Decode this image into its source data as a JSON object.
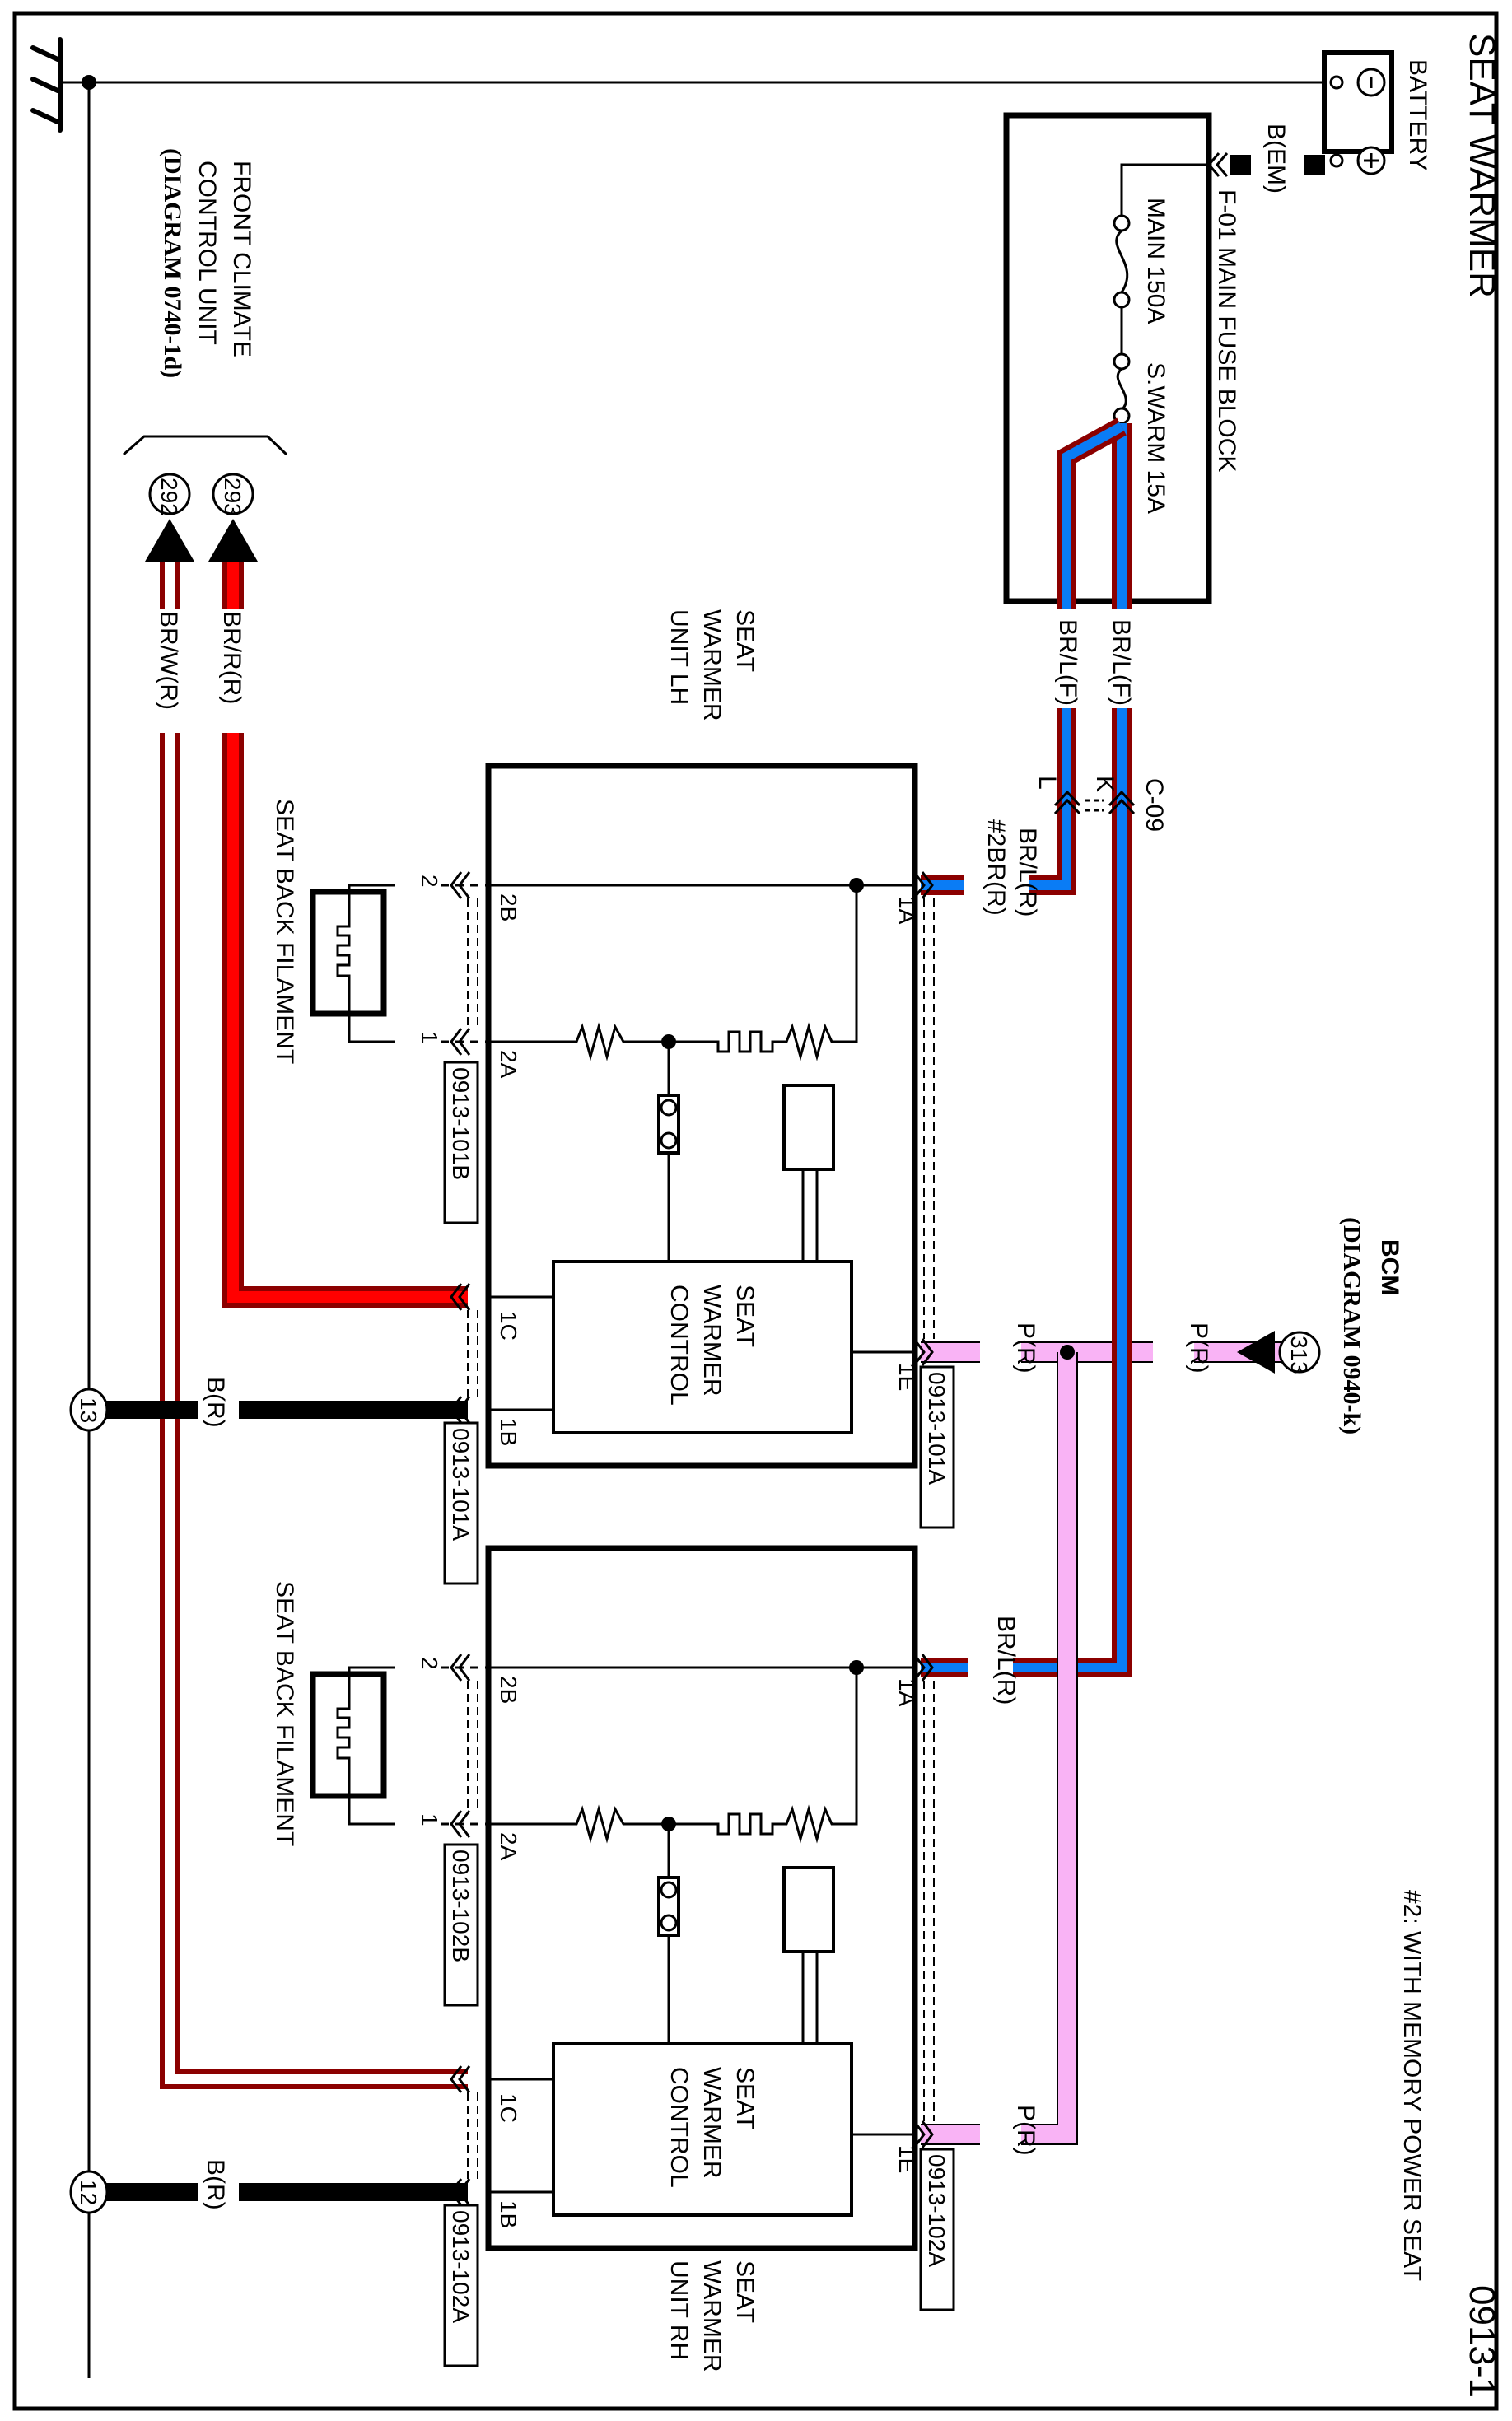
{
  "page": {
    "title": "SEAT WARMER",
    "page_number": "0913-1",
    "footnote": "#2: WITH MEMORY POWER SEAT"
  },
  "colors": {
    "blue": "#0a7cf5",
    "dark_red": "#8b0000",
    "red": "#ff0000",
    "pink": "#f9b3f5",
    "black": "#000000"
  },
  "components": {
    "battery": {
      "label": "BATTERY",
      "neg": "−",
      "pos": "+"
    },
    "fuse_block": {
      "label": "F-01  MAIN FUSE BLOCK",
      "fuse1": "MAIN 150A",
      "fuse2": "S.WARM 15A",
      "input_wire": "B(EM)"
    },
    "bcm": {
      "label": "BCM",
      "ref": "(DIAGRAM 0940-k)",
      "pin": "313"
    },
    "climate": {
      "line1": "FRONT CLIMATE",
      "line2": "CONTROL UNIT",
      "ref": "(DIAGRAM 0740-1d)",
      "pin_a": "293",
      "pin_b": "292"
    },
    "unit_lh": {
      "line1": "SEAT",
      "line2": "WARMER",
      "line3": "UNIT LH"
    },
    "unit_rh": {
      "line1": "SEAT",
      "line2": "WARMER",
      "line3": "UNIT RH"
    },
    "control": {
      "line1": "SEAT",
      "line2": "WARMER",
      "line3": "CONTROL"
    },
    "filament_label": "SEAT BACK FILAMENT"
  },
  "connectors": {
    "c09": "C-09",
    "c09_pin_k": "K",
    "c09_pin_l": "L",
    "lh_a": "0913-101A",
    "lh_b": "0913-101B",
    "rh_a": "0913-102A",
    "rh_b": "0913-102B",
    "pins": {
      "p1a": "1A",
      "p1b": "1B",
      "p1c": "1C",
      "p1e": "1E",
      "p2a": "2A",
      "p2b": "2B",
      "f1": "1",
      "f2": "2"
    }
  },
  "grounds": {
    "g13": "13",
    "g12": "12"
  },
  "wires": {
    "brl_f": "BR/L(F)",
    "brl_r": "BR/L(R)",
    "brr_opt": "#2BR(R)",
    "pr": "P(R)",
    "br_r": "BR/R(R)",
    "brw_r": "BR/W(R)",
    "b_r": "B(R)"
  }
}
